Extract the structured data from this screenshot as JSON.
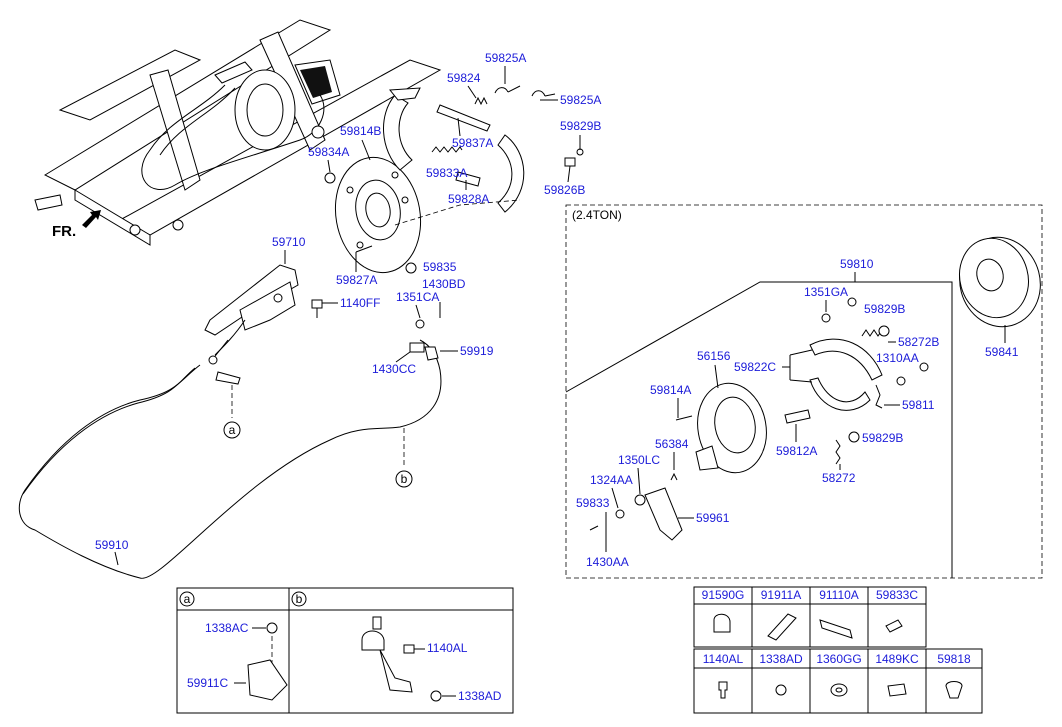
{
  "orientation_label": "FR.",
  "variant_label": "(2.4TON)",
  "callouts": {
    "a": "a",
    "b": "b"
  },
  "parts": {
    "p59825A_1": "59825A",
    "p59824": "59824",
    "p59825A_2": "59825A",
    "p59829B_1": "59829B",
    "p59814B": "59814B",
    "p59837A": "59837A",
    "p59834A": "59834A",
    "p59833A": "59833A",
    "p59826B": "59826B",
    "p59828A": "59828A",
    "p59710": "59710",
    "p59827A": "59827A",
    "p59835": "59835",
    "p1430BD": "1430BD",
    "p1351CA": "1351CA",
    "p1140FF": "1140FF",
    "p59919": "59919",
    "p1430CC": "1430CC",
    "p59910": "59910",
    "p59810": "59810",
    "p1351GA": "1351GA",
    "p59829B_2": "59829B",
    "p58272B": "58272B",
    "p59841": "59841",
    "p56156": "56156",
    "p59822C": "59822C",
    "p1310AA": "1310AA",
    "p59814A": "59814A",
    "p59811": "59811",
    "p56384": "56384",
    "p59812A": "59812A",
    "p59829B_3": "59829B",
    "p1350LC": "1350LC",
    "p58272": "58272",
    "p1324AA": "1324AA",
    "p59833": "59833",
    "p59961": "59961",
    "p1430AA": "1430AA"
  },
  "detail_a": {
    "tag": "a",
    "p1338AC": "1338AC",
    "p59911C": "59911C"
  },
  "detail_b": {
    "tag": "b",
    "p1140AL": "1140AL",
    "p1338AD": "1338AD"
  },
  "parts_table": {
    "row1": [
      "91590G",
      "91911A",
      "91110A",
      "59833C"
    ],
    "row2": [
      "1140AL",
      "1338AD",
      "1360GG",
      "1489KC",
      "59818"
    ]
  }
}
